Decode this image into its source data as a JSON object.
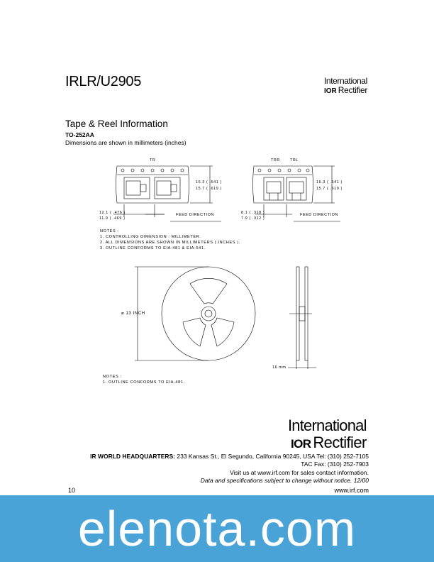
{
  "header": {
    "part_number": "IRLR/U2905",
    "logo_line1": "International",
    "logo_ior": "IOR",
    "logo_line2": "Rectifier"
  },
  "section": {
    "title": "Tape & Reel Information",
    "package": "TO-252AA",
    "dims_note": "Dimensions are shown in millimeters (inches)"
  },
  "tape_drawing": {
    "tr_label": "TR",
    "trr_label": "TRR",
    "trl_label": "TRL",
    "dim_width_a": "16.3 ( .641 )",
    "dim_width_b": "15.7 ( .619 )",
    "dim_pitch_a": "12.1 ( .476 )",
    "dim_pitch_b": "11.9 ( .469 )",
    "dim_pitch2_a": "8.1 ( .318 )",
    "dim_pitch2_b": "7.9 ( .312 )",
    "feed_direction": "FEED DIRECTION"
  },
  "notes1": {
    "heading": "NOTES :",
    "items": [
      "1.  CONTROLLING DIMENSION : MILLIMETER.",
      "2.  ALL DIMENSIONS ARE SHOWN IN MILLIMETERS ( INCHES ).",
      "3.  OUTLINE CONFORMS TO EIA-481 & EIA-541."
    ]
  },
  "reel_drawing": {
    "diameter_label": "13 INCH",
    "width_label": "16 mm"
  },
  "notes2": {
    "heading": "NOTES :",
    "items": [
      "1. OUTLINE CONFORMS TO EIA-481."
    ]
  },
  "footer": {
    "logo_line1": "International",
    "logo_ior": "IOR",
    "logo_line2": "Rectifier",
    "hq_label": "IR WORLD HEADQUARTERS:",
    "hq_address": " 233 Kansas St., El Segundo, California 90245, USA Tel: (310) 252-7105",
    "tac_fax": "TAC Fax: (310) 252-7903",
    "visit": "Visit us at www.irf.com for sales contact information.",
    "disclaimer": "Data and specifications subject to change without notice. 12/00",
    "page_number": "10",
    "website": "www.irf.com"
  },
  "watermark": {
    "text": "elenota.com",
    "color": "#4aa3d6"
  }
}
